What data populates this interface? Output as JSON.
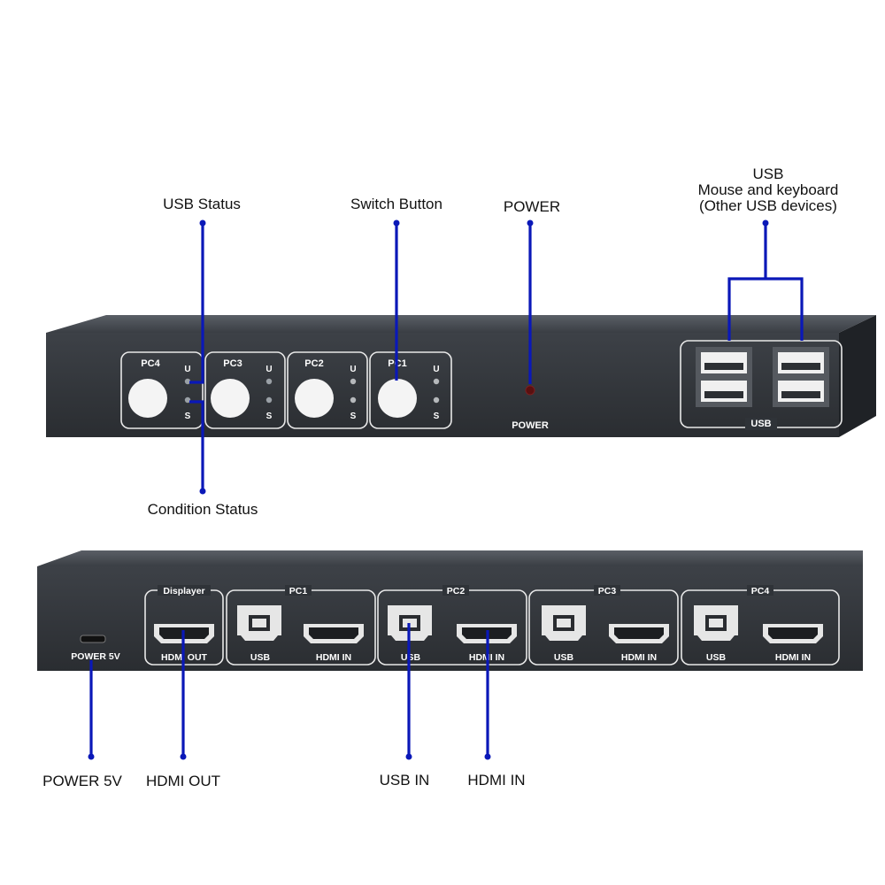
{
  "callouts": {
    "usb_status": "USB Status",
    "switch_button": "Switch Button",
    "power": "POWER",
    "usb_ports": [
      "USB",
      "Mouse and keyboard",
      "(Other USB devices)"
    ],
    "condition_status": "Condition Status",
    "power_5v": "POWER 5V",
    "hdmi_out": "HDMI OUT",
    "usb_in": "USB IN",
    "hdmi_in": "HDMI IN"
  },
  "front_panel": {
    "pc_labels": [
      "PC4",
      "PC3",
      "PC2",
      "PC1"
    ],
    "led_u": "U",
    "led_s": "S",
    "power_label": "POWER",
    "usb_label": "USB"
  },
  "rear_panel": {
    "displayer": "Displayer",
    "hdmi_out": "HDMI OUT",
    "power_5v": "POWER 5V",
    "groups": [
      {
        "name": "PC1",
        "usb": "USB",
        "hdmi": "HDMI IN"
      },
      {
        "name": "PC2",
        "usb": "USB",
        "hdmi": "HDMI IN"
      },
      {
        "name": "PC3",
        "usb": "USB",
        "hdmi": "HDMI IN"
      },
      {
        "name": "PC4",
        "usb": "USB",
        "hdmi": "HDMI IN"
      }
    ]
  },
  "colors": {
    "accent": "#0a18b8",
    "device": "#2f3338"
  }
}
